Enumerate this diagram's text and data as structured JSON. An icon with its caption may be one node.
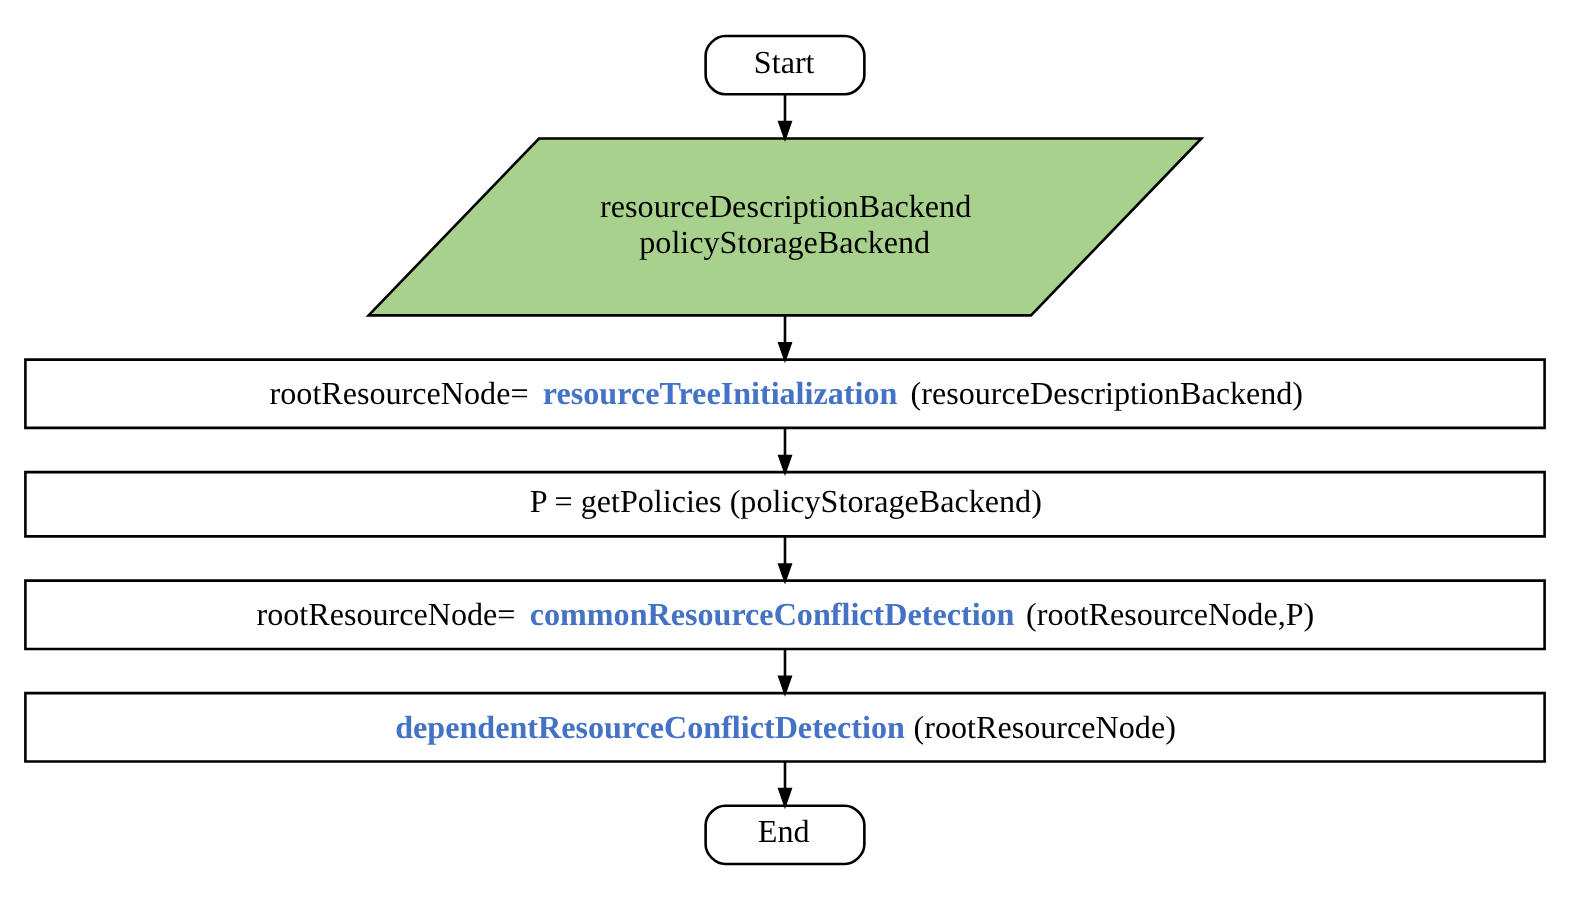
{
  "diagram": {
    "nodes": [
      {
        "text": [
          "Start"
        ]
      },
      {
        "text": [
          "resourceDescriptionBackend",
          "policyStorageBackend"
        ]
      },
      {
        "text": [
          "rootResourceNode= **resourceTreeInitialization** (resourceDescriptionBackend)"
        ]
      },
      {
        "text": [
          "P = getPolicies (policyStorageBackend)"
        ]
      },
      {
        "text": [
          "rootResourceNode= **commonResourceConflictDetection** (rootResourceNode,P)"
        ]
      },
      {
        "text": [
          "**dependentResourceConflictDetection** (rootResourceNode)"
        ]
      },
      {
        "text": [
          "End"
        ]
      }
    ],
    "edges": [
      {
        "from": 0,
        "to": 1,
        "arrow": "to"
      },
      {
        "from": 1,
        "to": 2,
        "arrow": "to"
      },
      {
        "from": 2,
        "to": 3,
        "arrow": "to"
      },
      {
        "from": 3,
        "to": 4,
        "arrow": "to"
      },
      {
        "from": 4,
        "to": 5,
        "arrow": "to"
      },
      {
        "from": 5,
        "to": 6,
        "arrow": "to"
      }
    ]
  }
}
